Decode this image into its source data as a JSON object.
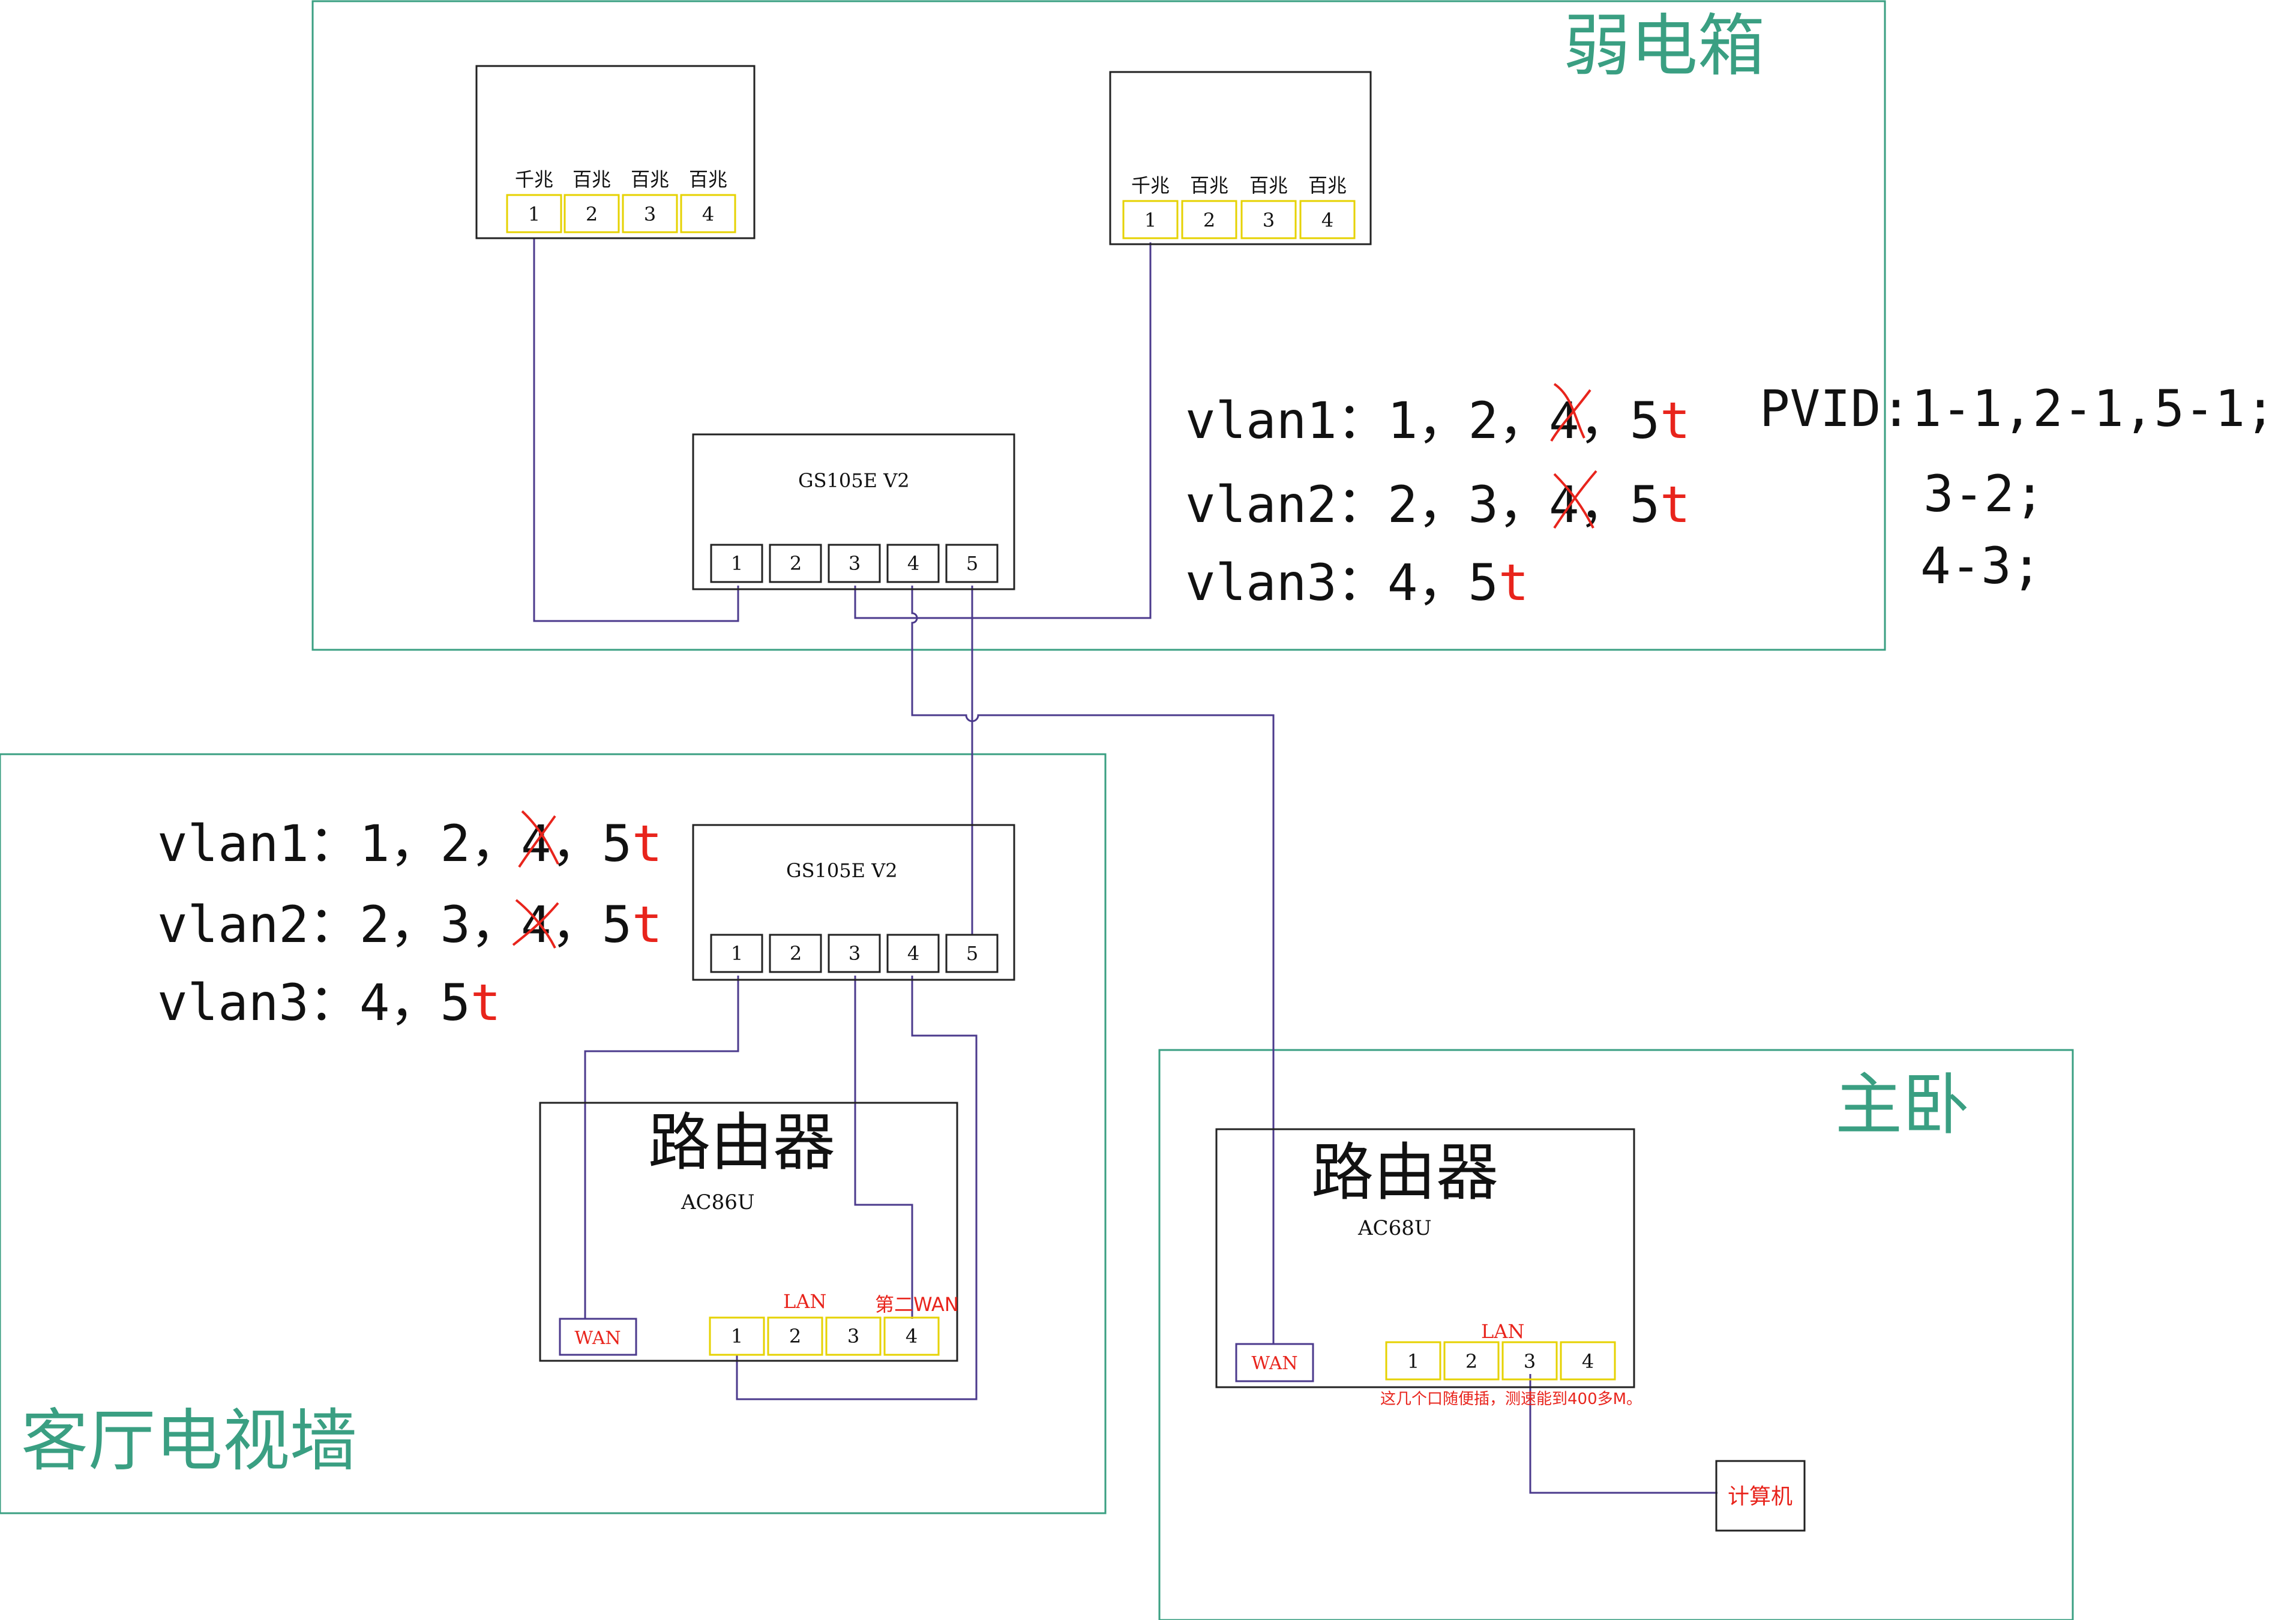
{
  "colors": {
    "zone": "#3a9f82",
    "box": "#222222",
    "port_yellow": "#e6d200",
    "cable": "#4b3a8c",
    "red": "#e8241c",
    "text": "#111111"
  },
  "zones": {
    "weak_box": "弱电箱",
    "living_room": "客厅电视墙",
    "master_bedroom": "主卧"
  },
  "modem_left": {
    "ports": [
      {
        "speed": "千兆",
        "num": "1"
      },
      {
        "speed": "百兆",
        "num": "2"
      },
      {
        "speed": "百兆",
        "num": "3"
      },
      {
        "speed": "百兆",
        "num": "4"
      }
    ]
  },
  "modem_right": {
    "ports": [
      {
        "speed": "千兆",
        "num": "1"
      },
      {
        "speed": "百兆",
        "num": "2"
      },
      {
        "speed": "百兆",
        "num": "3"
      },
      {
        "speed": "百兆",
        "num": "4"
      }
    ]
  },
  "switch_top": {
    "model": "GS105E V2",
    "ports": [
      "1",
      "2",
      "3",
      "4",
      "5"
    ]
  },
  "switch_bottom": {
    "model": "GS105E V2",
    "ports": [
      "1",
      "2",
      "3",
      "4",
      "5"
    ]
  },
  "vlan_top": {
    "vlan1": {
      "prefix": "vlan1：1，2，",
      "struck": "4",
      "suffix": "，5",
      "tag": "t"
    },
    "vlan2": {
      "prefix": "vlan2：2，3，",
      "struck": "4",
      "suffix": "，5",
      "tag": "t"
    },
    "vlan3": {
      "prefix": "vlan3：4，5",
      "tag": "t"
    }
  },
  "vlan_bottom": {
    "vlan1": {
      "prefix": "vlan1：1，2，",
      "struck": "4",
      "suffix": "，5",
      "tag": "t"
    },
    "vlan2": {
      "prefix": "vlan2：2，3，",
      "struck": "4",
      "suffix": "，5",
      "tag": "t"
    },
    "vlan3": {
      "prefix": "vlan3：4，5",
      "tag": "t"
    }
  },
  "pvid": {
    "line1": "PVID:1-1,2-1,5-1;",
    "line2": "3-2;",
    "line3": "4-3;"
  },
  "router_living": {
    "title": "路由器",
    "model": "AC86U",
    "wan": "WAN",
    "lan_label": "LAN",
    "second_wan_label": "第二WAN",
    "ports": [
      "1",
      "2",
      "3",
      "4"
    ]
  },
  "router_bedroom": {
    "title": "路由器",
    "model": "AC68U",
    "wan": "WAN",
    "lan_label": "LAN",
    "ports": [
      "1",
      "2",
      "3",
      "4"
    ],
    "note": "这几个口随便插，测速能到400多M。"
  },
  "computer": "计算机"
}
